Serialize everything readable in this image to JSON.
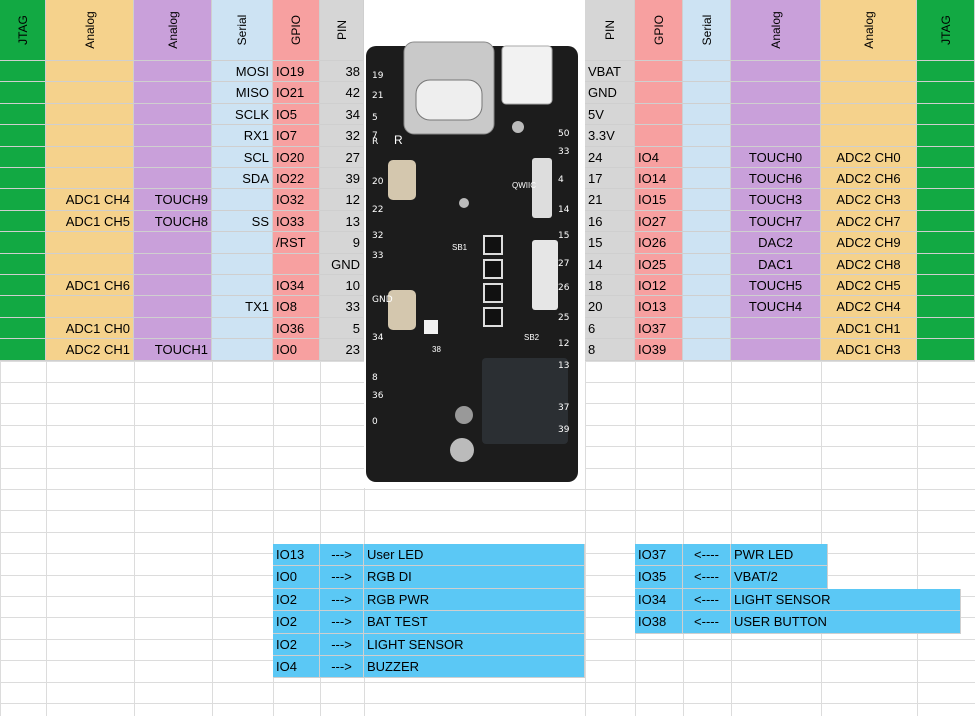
{
  "left_headers": [
    "JTAG",
    "Analog",
    "Analog",
    "Serial",
    "GPIO",
    "PIN"
  ],
  "right_headers": [
    "PIN",
    "GPIO",
    "Serial",
    "Analog",
    "Analog",
    "JTAG"
  ],
  "left_rows": [
    [
      "",
      "",
      "",
      "MOSI",
      "IO19",
      "38"
    ],
    [
      "",
      "",
      "",
      "MISO",
      "IO21",
      "42"
    ],
    [
      "",
      "",
      "",
      "SCLK",
      "IO5",
      "34"
    ],
    [
      "",
      "",
      "",
      "RX1",
      "IO7",
      "32"
    ],
    [
      "",
      "",
      "",
      "SCL",
      "IO20",
      "27"
    ],
    [
      "",
      "",
      "",
      "SDA",
      "IO22",
      "39"
    ],
    [
      "",
      "ADC1 CH4",
      "TOUCH9",
      "",
      "IO32",
      "12"
    ],
    [
      "",
      "ADC1 CH5",
      "TOUCH8",
      "SS",
      "IO33",
      "13"
    ],
    [
      "",
      "",
      "",
      "",
      "/RST",
      "9"
    ],
    [
      "",
      "",
      "",
      "",
      "",
      "GND"
    ],
    [
      "",
      "ADC1 CH6",
      "",
      "",
      "IO34",
      "10"
    ],
    [
      "",
      "",
      "",
      "TX1",
      "IO8",
      "33"
    ],
    [
      "",
      "ADC1 CH0",
      "",
      "",
      "IO36",
      "5"
    ],
    [
      "",
      "ADC2 CH1",
      "TOUCH1",
      "",
      "IO0",
      "23"
    ]
  ],
  "right_rows": [
    [
      "VBAT",
      "",
      "",
      "",
      "",
      ""
    ],
    [
      "GND",
      "",
      "",
      "",
      "",
      ""
    ],
    [
      "5V",
      "",
      "",
      "",
      "",
      ""
    ],
    [
      "3.3V",
      "",
      "",
      "",
      "",
      ""
    ],
    [
      "24",
      "IO4",
      "",
      "TOUCH0",
      "ADC2 CH0",
      ""
    ],
    [
      "17",
      "IO14",
      "",
      "TOUCH6",
      "ADC2 CH6",
      ""
    ],
    [
      "21",
      "IO15",
      "",
      "TOUCH3",
      "ADC2 CH3",
      ""
    ],
    [
      "16",
      "IO27",
      "",
      "TOUCH7",
      "ADC2 CH7",
      ""
    ],
    [
      "15",
      "IO26",
      "",
      "DAC2",
      "ADC2 CH9",
      ""
    ],
    [
      "14",
      "IO25",
      "",
      "DAC1",
      "ADC2 CH8",
      ""
    ],
    [
      "18",
      "IO12",
      "",
      "TOUCH5",
      "ADC2 CH5",
      ""
    ],
    [
      "20",
      "IO13",
      "",
      "TOUCH4",
      "ADC2 CH4",
      ""
    ],
    [
      "6",
      "IO37",
      "",
      "",
      "ADC1 CH1",
      ""
    ],
    [
      "8",
      "IO39",
      "",
      "",
      "ADC1 CH3",
      ""
    ]
  ],
  "legend_left": [
    {
      "io": "IO13",
      "arrow": "--->",
      "label": "User LED"
    },
    {
      "io": "IO0",
      "arrow": "--->",
      "label": "RGB DI"
    },
    {
      "io": "IO2",
      "arrow": "--->",
      "label": "RGB PWR"
    },
    {
      "io": "IO2",
      "arrow": "--->",
      "label": "BAT TEST"
    },
    {
      "io": "IO2",
      "arrow": "--->",
      "label": "LIGHT SENSOR"
    },
    {
      "io": "IO4",
      "arrow": "--->",
      "label": "BUZZER"
    }
  ],
  "legend_right": [
    {
      "io": "IO37",
      "arrow": "<----",
      "label": "PWR LED"
    },
    {
      "io": "IO35",
      "arrow": "<----",
      "label": "VBAT/2"
    },
    {
      "io": "IO34",
      "arrow": "<----",
      "label": "LIGHT SENSOR"
    },
    {
      "io": "IO38",
      "arrow": "<----",
      "label": "USER BUTTON"
    }
  ],
  "board_labels": {
    "left_edge": [
      "19",
      "21",
      "5",
      "7",
      "20",
      "22",
      "32",
      "33",
      "R",
      "GND",
      "34",
      "8",
      "36",
      "0"
    ],
    "right_edge": [
      "50",
      "33",
      "4",
      "14",
      "15",
      "27",
      "26",
      "25",
      "12",
      "13",
      "37",
      "39"
    ],
    "reset_button": "R",
    "bank_1": "SB1",
    "bank_2": "SB2",
    "connector": "QWIIC",
    "pin_38": "38"
  },
  "colors": {
    "jtag": "#12a943",
    "analog_orange": "#f5d28c",
    "analog_purple": "#c9a0da",
    "serial": "#cde3f3",
    "gpio": "#f7a0a0",
    "pin": "#d6d6d6",
    "legend": "#5bc8f5"
  }
}
